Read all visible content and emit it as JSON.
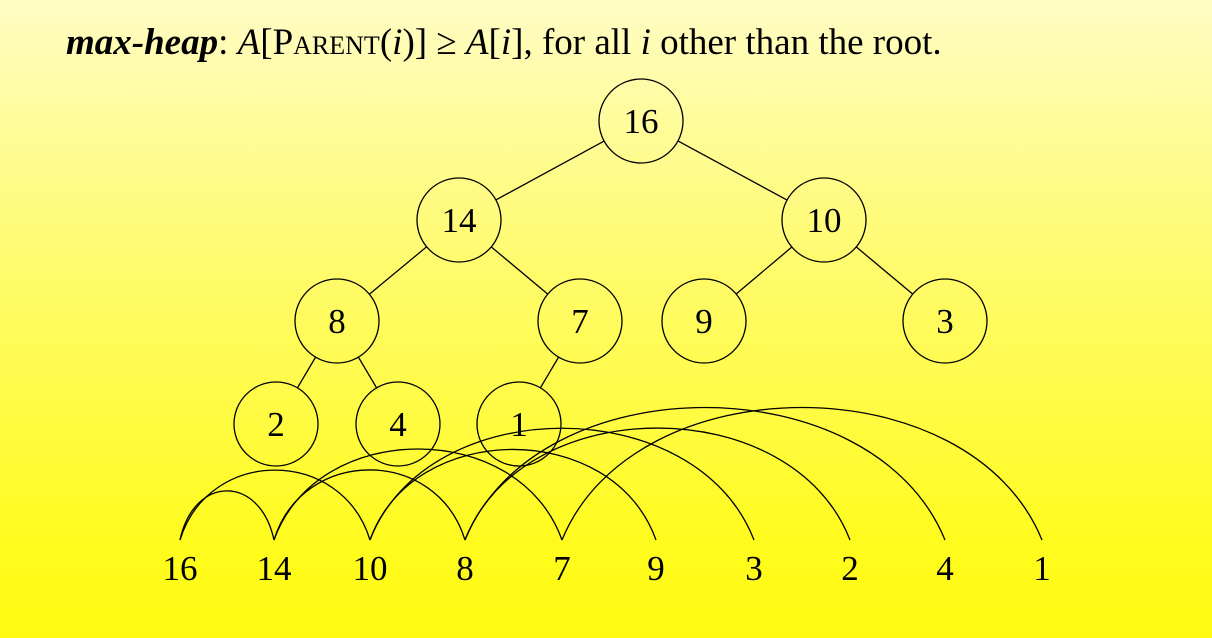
{
  "definition": {
    "term": "max-heap",
    "colon": ":",
    "a1": "A",
    "lb1": "[",
    "parent_fn": "Parent",
    "lp": "(",
    "i1": "i",
    "rp": ")",
    "rb1": "]",
    "geq": " ≥ ",
    "a2": "A",
    "lb2": "[",
    "i2": "i",
    "rb2": "]",
    "mid": ", for all ",
    "i3": "i",
    "tail": " other than the root."
  },
  "heap": {
    "nodes": [
      {
        "label": "16"
      },
      {
        "label": "14"
      },
      {
        "label": "10"
      },
      {
        "label": "8"
      },
      {
        "label": "7"
      },
      {
        "label": "9"
      },
      {
        "label": "3"
      },
      {
        "label": "2"
      },
      {
        "label": "4"
      },
      {
        "label": "1"
      }
    ]
  },
  "array": [
    "16",
    "14",
    "10",
    "8",
    "7",
    "9",
    "3",
    "2",
    "4",
    "1"
  ]
}
